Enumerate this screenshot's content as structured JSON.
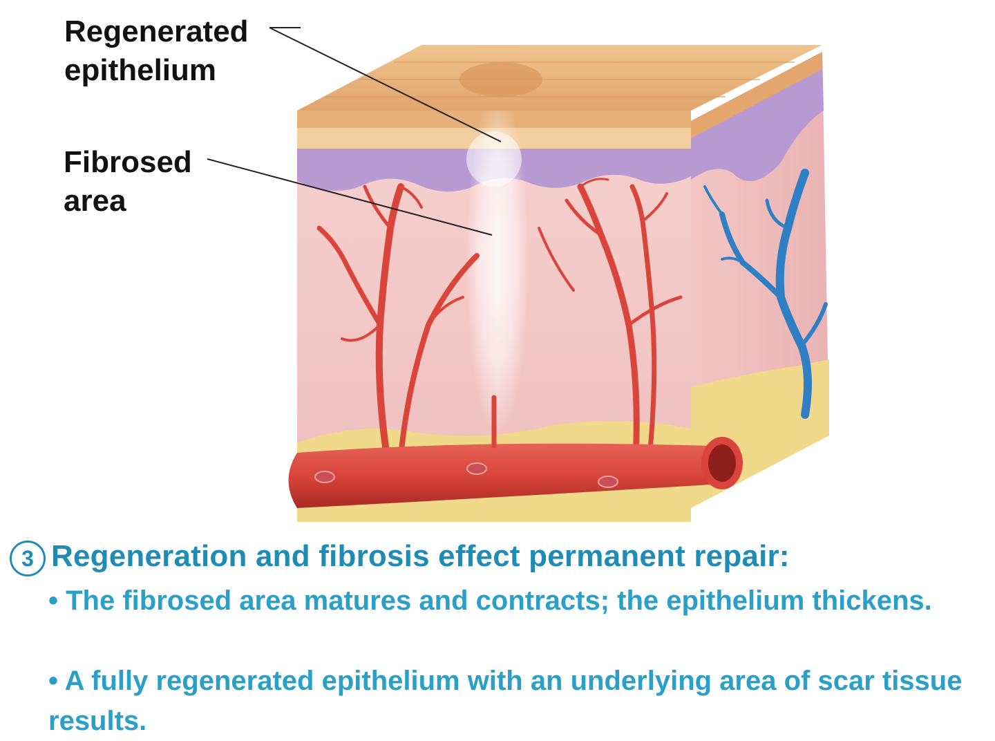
{
  "labels": {
    "regenerated_line1": "Regenerated",
    "regenerated_line2": "epithelium",
    "fibrosed_line1": "Fibrosed",
    "fibrosed_line2": "area"
  },
  "caption": {
    "step_number": "3",
    "heading": "Regeneration and fibrosis effect permanent repair:",
    "bullets": [
      "• The fibrosed area matures and contracts; the epithelium thickens.",
      "• A fully regenerated epithelium with an underlying area of scar tissue results."
    ]
  },
  "colors": {
    "caption_heading": "#1f8cb6",
    "caption_text": "#2aa0c8",
    "artery": "#d9453a",
    "vein": "#2f7fc4",
    "dermis": "#f2c2c2",
    "epidermis_band": "#b89ad2",
    "fat": "#f0d98a",
    "skin_top": "#e8b27a"
  }
}
